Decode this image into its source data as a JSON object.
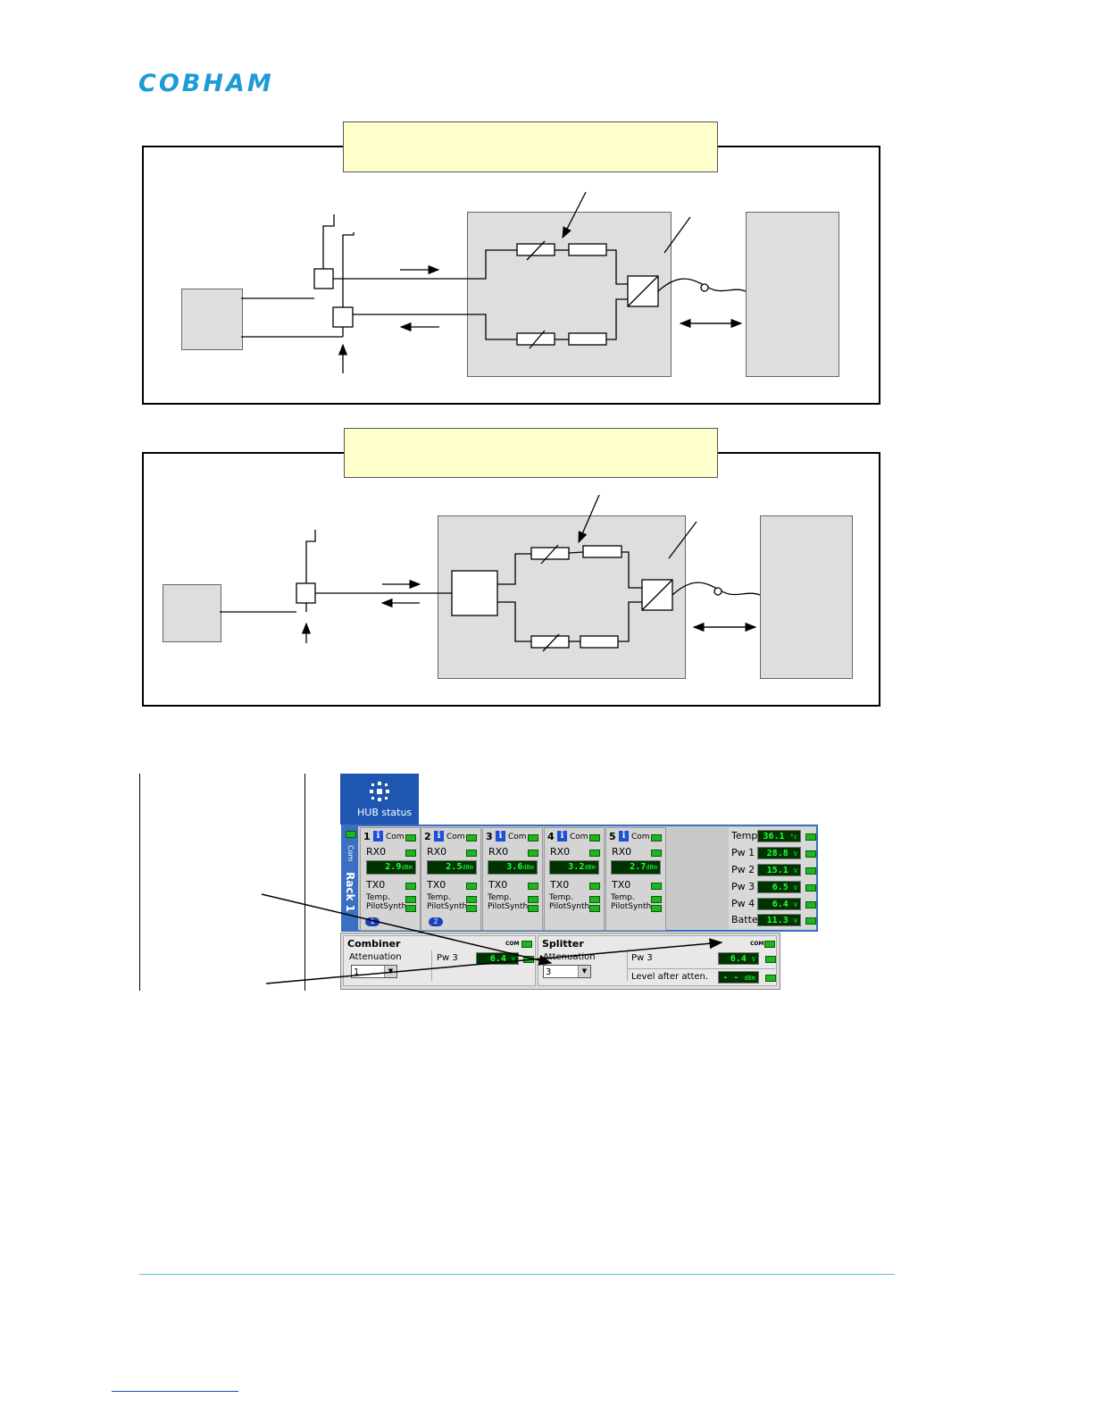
{
  "logo": {
    "text": "COBHAM"
  },
  "hub": {
    "tab_label": "HUB status",
    "rack_label": "Rack 1",
    "com_label": "Com",
    "cards": [
      {
        "number": "1",
        "com": "Com",
        "rx_label": "RX0",
        "rx_value": "2.9",
        "unit": "dBm",
        "tx_label": "TX0",
        "temp_label": "Temp.",
        "synth_label": "PilotSynth",
        "badge": "1"
      },
      {
        "number": "2",
        "com": "Com",
        "rx_label": "RX0",
        "rx_value": "2.5",
        "unit": "dBm",
        "tx_label": "TX0",
        "temp_label": "Temp.",
        "synth_label": "PilotSynth",
        "badge": "2"
      },
      {
        "number": "3",
        "com": "Com",
        "rx_label": "RX0",
        "rx_value": "3.6",
        "unit": "dBm",
        "tx_label": "TX0",
        "temp_label": "Temp.",
        "synth_label": "PilotSynth",
        "badge": ""
      },
      {
        "number": "4",
        "com": "Com",
        "rx_label": "RX0",
        "rx_value": "3.2",
        "unit": "dBm",
        "tx_label": "TX0",
        "temp_label": "Temp.",
        "synth_label": "PilotSynth",
        "badge": ""
      },
      {
        "number": "5",
        "com": "Com",
        "rx_label": "RX0",
        "rx_value": "2.7",
        "unit": "dBm",
        "tx_label": "TX0",
        "temp_label": "Temp.",
        "synth_label": "PilotSynth",
        "badge": ""
      }
    ],
    "status": [
      {
        "label": "Temp",
        "value": "36.1",
        "unit": "°c"
      },
      {
        "label": "Pw 1",
        "value": "28.8",
        "unit": "V"
      },
      {
        "label": "Pw 2",
        "value": "15.1",
        "unit": "V"
      },
      {
        "label": "Pw 3",
        "value": "6.5",
        "unit": "V"
      },
      {
        "label": "Pw 4",
        "value": "6.4",
        "unit": "V"
      },
      {
        "label": "Batter",
        "value": "11.3",
        "unit": "V"
      }
    ]
  },
  "combiner": {
    "title": "Combiner",
    "com": "COM",
    "attenuation_label": "Attenuation",
    "attenuation_value": "1",
    "pw_label": "Pw 3",
    "pw_value": "6.4",
    "pw_unit": "V"
  },
  "splitter": {
    "title": "Splitter",
    "com": "COM",
    "attenuation_label": "Attenuation",
    "attenuation_value": "3",
    "pw_label": "Pw 3",
    "pw_value": "6.4",
    "pw_unit": "V",
    "level_label": "Level after atten.",
    "level_value": "- -",
    "level_unit": "dBm"
  }
}
